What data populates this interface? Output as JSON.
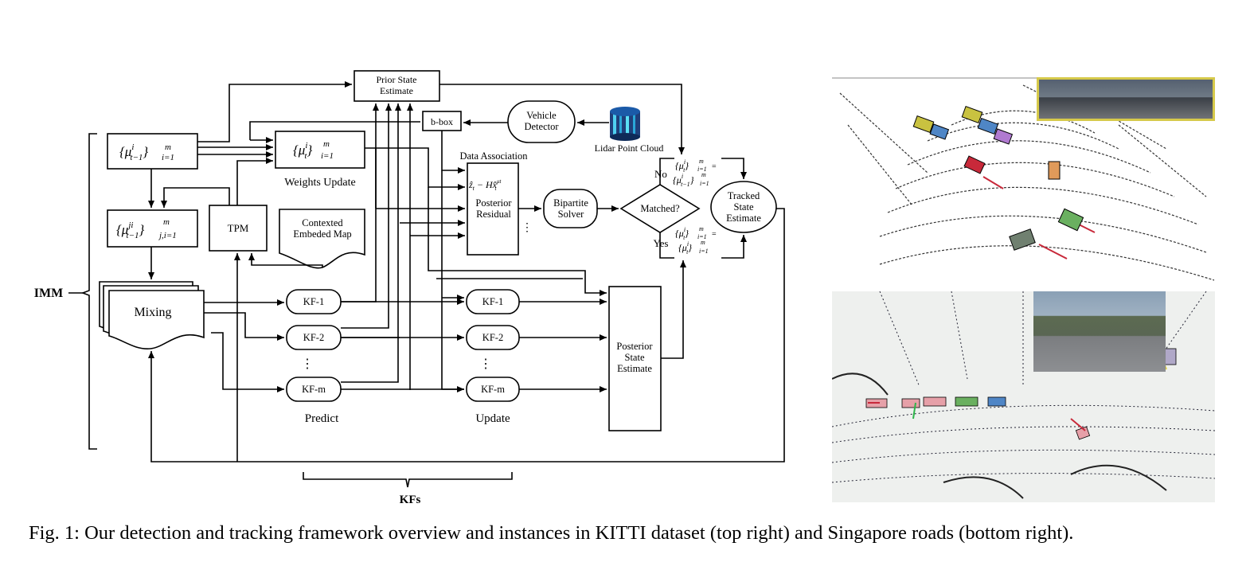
{
  "figure": {
    "caption": "Fig. 1: Our detection and tracking framework overview and instances in KITTI dataset (top right) and Singapore roads (bottom right).",
    "imm_label": "IMM",
    "kfs_label": "KFs",
    "boxes": {
      "prior_state": [
        "Prior State",
        "Estimate"
      ],
      "bbox": "b-box",
      "vehicle_detector": [
        "Vehicle",
        "Detector"
      ],
      "lidar": "Lidar Point Cloud",
      "mu_prev_main": "{μ",
      "mu_prev_sup": "i",
      "mu_prev_sub": "t−1",
      "mu_prev_range": "}",
      "weights_var": "{μ",
      "weights_sup": "i",
      "weights_sub": "t",
      "weights_update_label": "Weights Update",
      "mixing_prob_var": "{μ",
      "mixing_prob_sup": "ji",
      "mixing_prob_sub": "t−1",
      "tpm": "TPM",
      "map": [
        "Contexted",
        "Embeded Map"
      ],
      "data_association": "Data Association",
      "residual_formula": "ẑ",
      "residual_rest": "t",
      "residual_tail": " − Hx̂",
      "residual_sup": "μt",
      "residual_sub2": "t",
      "posterior_residual": [
        "Posterior",
        "Residual"
      ],
      "bipartite": [
        "Bipartite",
        "Solver"
      ],
      "matched": "Matched?",
      "no": "No",
      "yes": "Yes",
      "tracked": [
        "Tracked",
        "State",
        "Estimate"
      ],
      "mixing": "Mixing",
      "kf1": "KF-1",
      "kf2": "KF-2",
      "kfm": "KF-m",
      "predict": "Predict",
      "update": "Update",
      "posterior_state": [
        "Posterior",
        "State",
        "Estimate"
      ],
      "m": "m",
      "i1": "i=1",
      "ji1": "j,i=1",
      "eq": "=",
      "vdots": "⋮"
    },
    "photos": {
      "top_right": "",
      "bottom_right": ""
    },
    "colors": {
      "lidar_top": "#1b5aa8",
      "lidar_side": "#35c0e8",
      "kitti_frame": "#d6c94a",
      "box_yellow": "#c9c240",
      "box_green": "#6ab060",
      "box_blue": "#4f86c6",
      "box_red": "#c8293a",
      "box_purple": "#b07ad0",
      "box_orange": "#e09a5a",
      "box_pink": "#e6a0a8"
    }
  }
}
